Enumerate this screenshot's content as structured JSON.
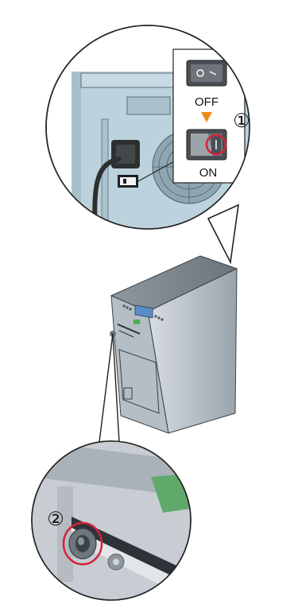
{
  "switch_states": {
    "off_label": "OFF",
    "on_label": "ON"
  },
  "steps": [
    {
      "marker": "①"
    },
    {
      "marker": "②"
    }
  ],
  "colors": {
    "accent_orange": "#f08a1c",
    "highlight_red": "#d6223b",
    "panel_blue": "#bcd3de",
    "device_gray": "#b9c0c6",
    "outline": "#222222"
  },
  "icons": [
    "power-switch-off-icon",
    "power-switch-on-icon",
    "down-arrow-icon"
  ]
}
